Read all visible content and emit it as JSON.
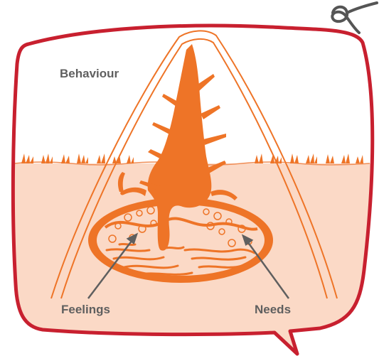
{
  "labels": {
    "behaviour": "Behaviour",
    "feelings": "Feelings",
    "needs": "Needs"
  },
  "colors": {
    "frame": "#c8202f",
    "soil": "#fbd9c6",
    "root": "#ee7427",
    "outline_light": "#fde6d8",
    "text": "#5f5f5f",
    "arrow": "#5f5f5f",
    "string": "#555555"
  },
  "icons": [
    "string-loop-icon"
  ]
}
